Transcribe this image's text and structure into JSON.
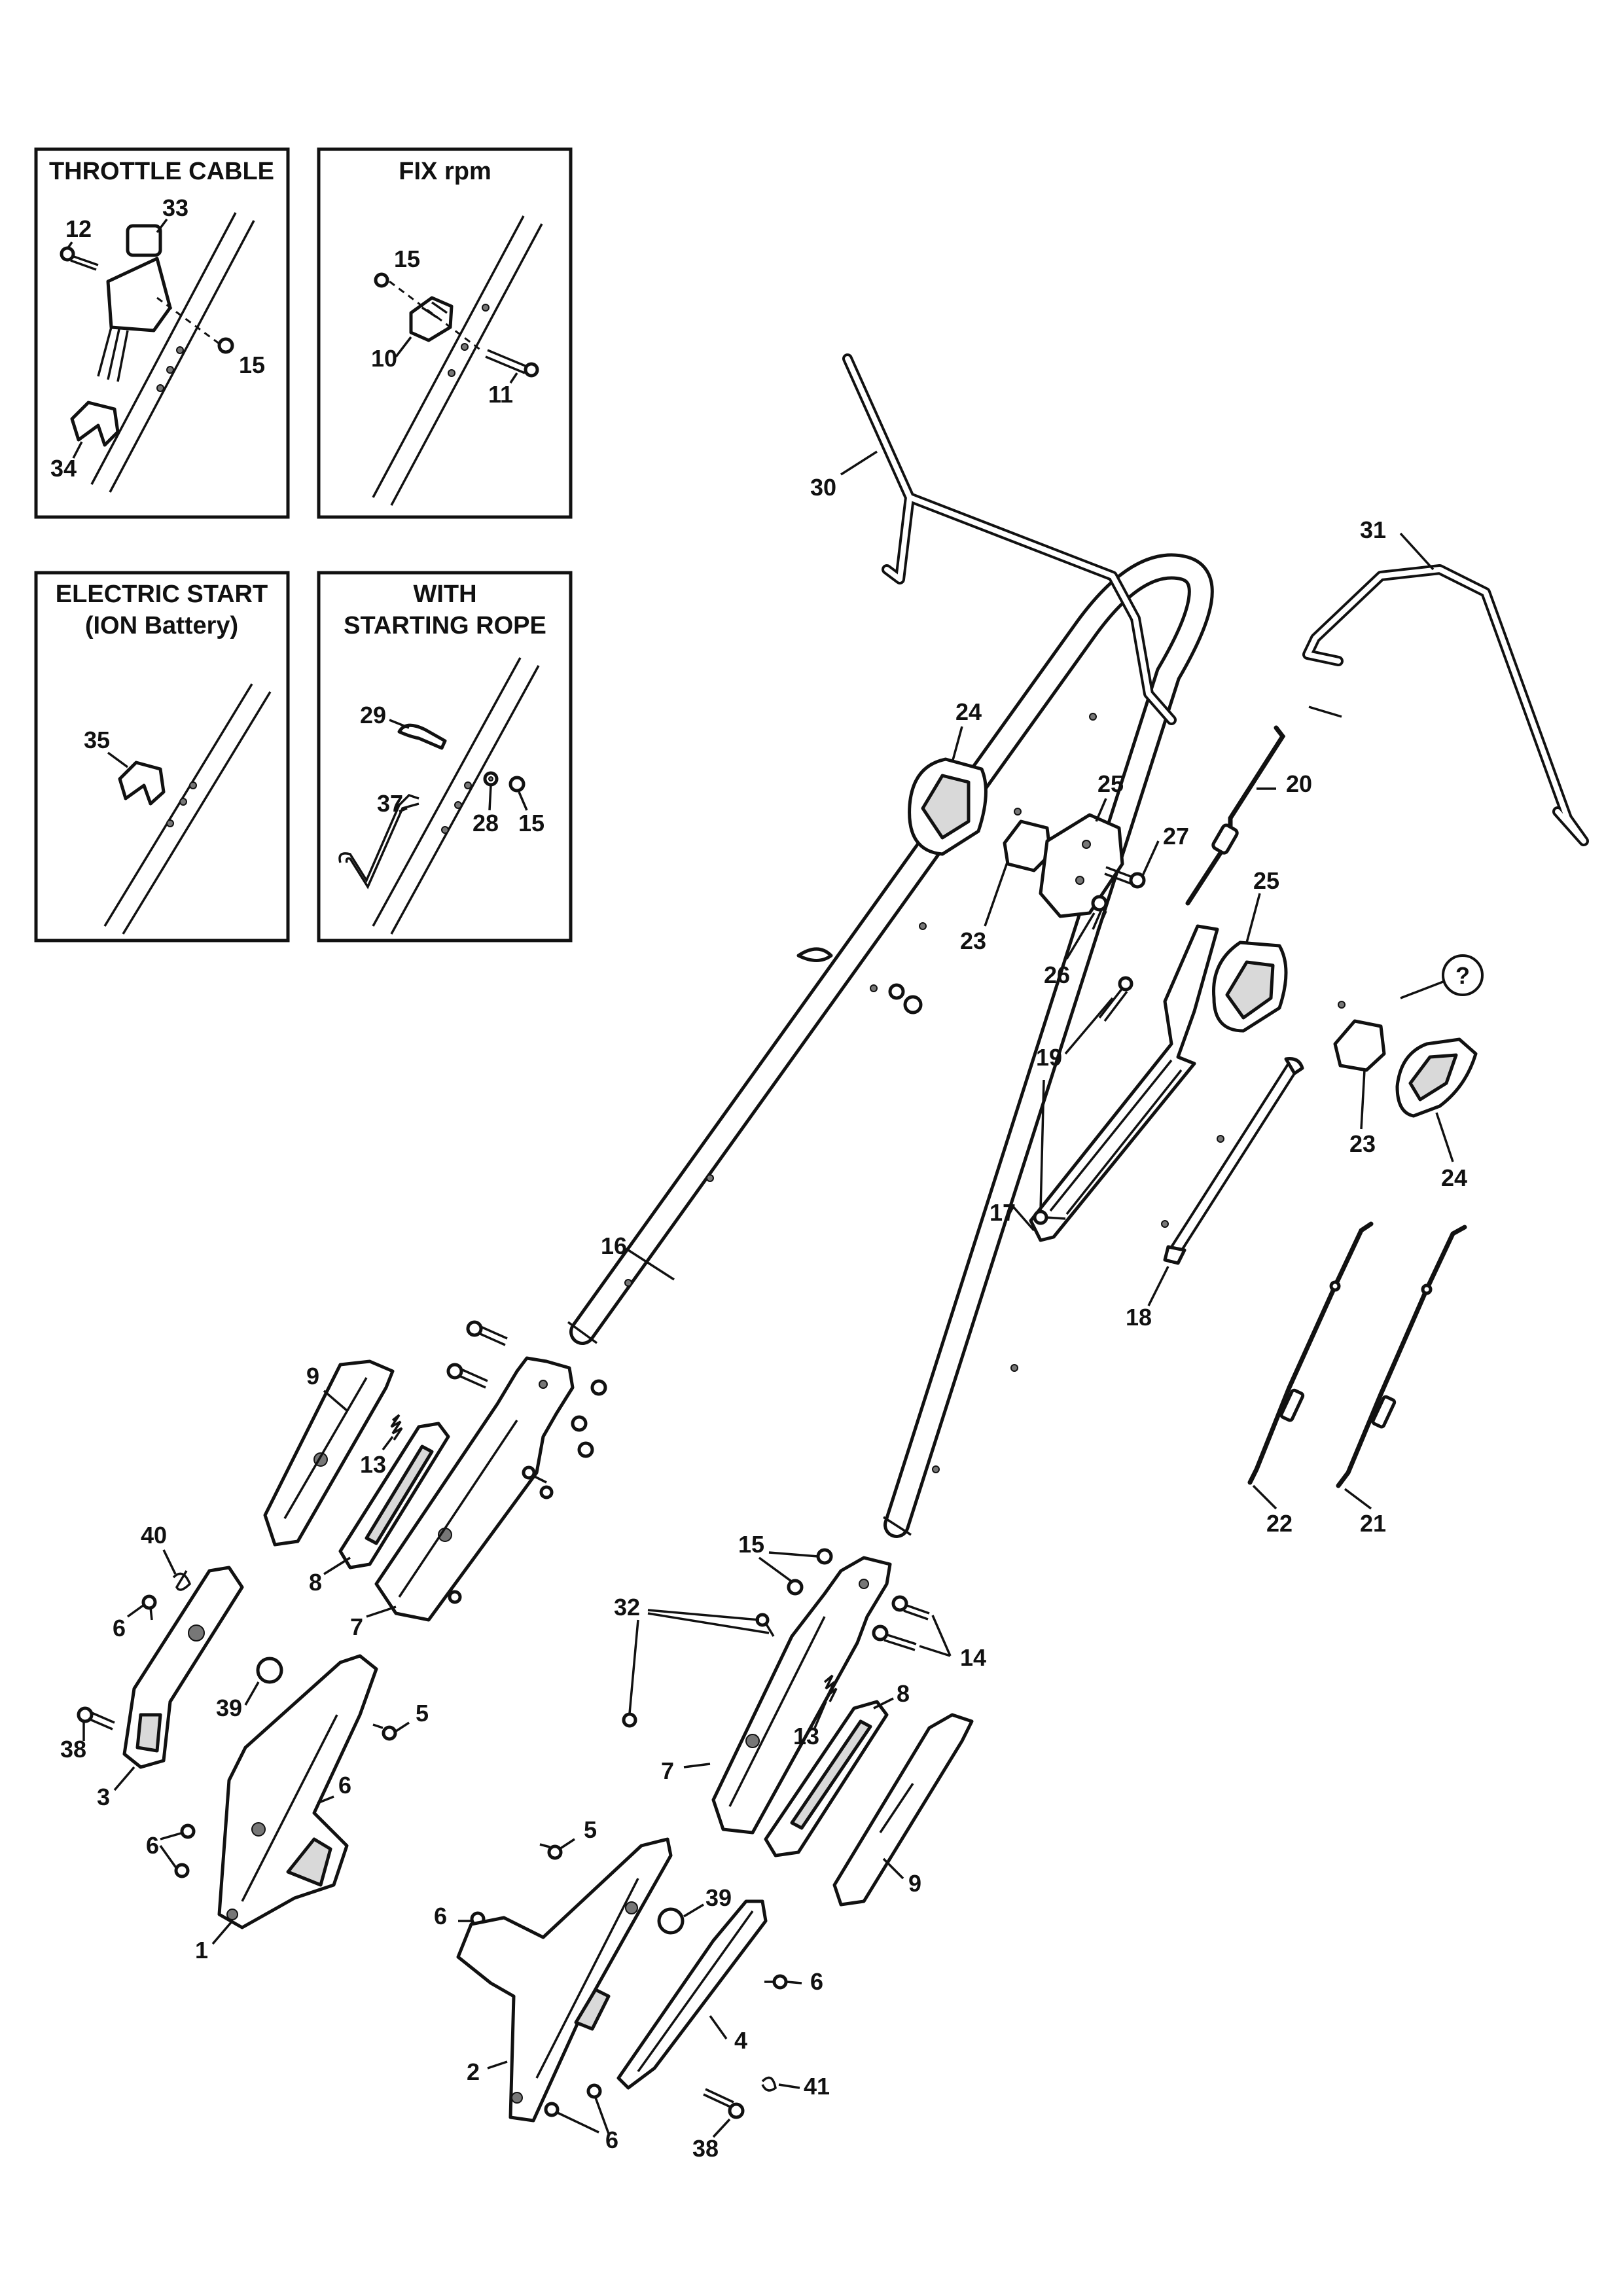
{
  "insets": [
    {
      "id": "throttle-cable",
      "title": [
        "THROTTLE CABLE"
      ],
      "callouts": [
        "12",
        "33",
        "15",
        "34"
      ]
    },
    {
      "id": "fix-rpm",
      "title": [
        "FIX rpm"
      ],
      "callouts": [
        "15",
        "10",
        "11"
      ]
    },
    {
      "id": "electric-start",
      "title": [
        "ELECTRIC START",
        "(ION Battery)"
      ],
      "callouts": [
        "35"
      ]
    },
    {
      "id": "starting-rope",
      "title": [
        "WITH",
        "STARTING ROPE"
      ],
      "callouts": [
        "29",
        "37",
        "28",
        "15"
      ]
    }
  ],
  "main_callouts": [
    "30",
    "31",
    "24",
    "25",
    "20",
    "27",
    "23",
    "26",
    "25",
    "?",
    "19",
    "23",
    "24",
    "16",
    "17",
    "18",
    "22",
    "21",
    "9",
    "13",
    "8",
    "7",
    "40",
    "6",
    "39",
    "38",
    "3",
    "5",
    "6",
    "6",
    "1",
    "15",
    "32",
    "14",
    "8",
    "13",
    "7",
    "5",
    "9",
    "39",
    "6",
    "6",
    "4",
    "2",
    "41",
    "6",
    "38"
  ]
}
